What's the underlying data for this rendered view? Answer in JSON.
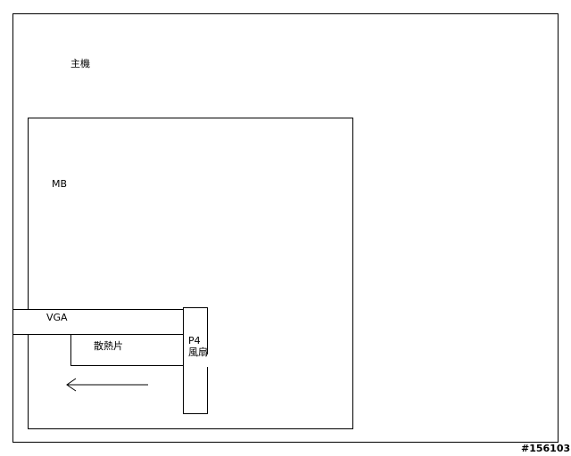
{
  "diagram": {
    "host_label": "主機",
    "mb_label": "MB",
    "vga_label": "VGA",
    "heatsink_label": "散熱片",
    "fan_label": "P4風扇",
    "arrow_direction": "left",
    "watermark": "#156103",
    "line_color": "#000000",
    "background_color": "#ffffff"
  }
}
